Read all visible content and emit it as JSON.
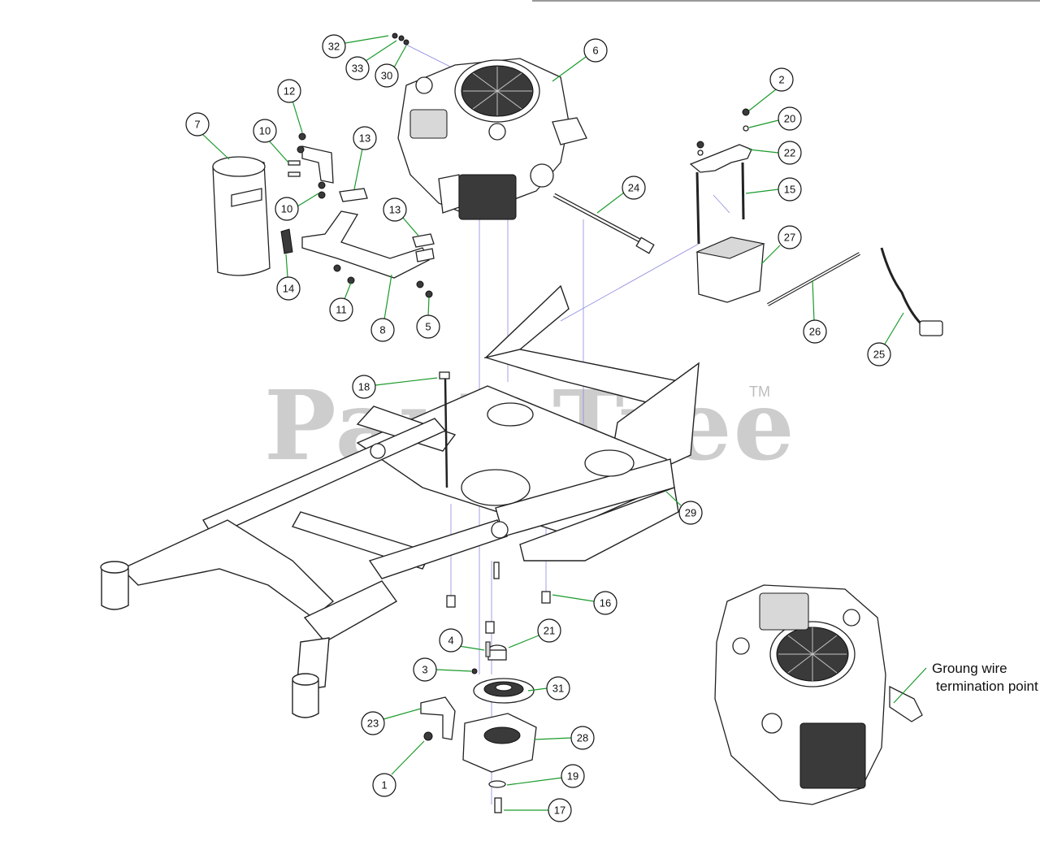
{
  "watermark": {
    "text": "PartsTree",
    "tm": "TM"
  },
  "callouts": [
    {
      "id": "c32",
      "label": "32"
    },
    {
      "id": "c33",
      "label": "33"
    },
    {
      "id": "c30",
      "label": "30"
    },
    {
      "id": "c6",
      "label": "6"
    },
    {
      "id": "c2",
      "label": "2"
    },
    {
      "id": "c20",
      "label": "20"
    },
    {
      "id": "c22",
      "label": "22"
    },
    {
      "id": "c15",
      "label": "15"
    },
    {
      "id": "c7",
      "label": "7"
    },
    {
      "id": "c12",
      "label": "12"
    },
    {
      "id": "c10a",
      "label": "10"
    },
    {
      "id": "c10b",
      "label": "10"
    },
    {
      "id": "c13a",
      "label": "13"
    },
    {
      "id": "c13b",
      "label": "13"
    },
    {
      "id": "c24",
      "label": "24"
    },
    {
      "id": "c27",
      "label": "27"
    },
    {
      "id": "c14",
      "label": "14"
    },
    {
      "id": "c11",
      "label": "11"
    },
    {
      "id": "c8",
      "label": "8"
    },
    {
      "id": "c5",
      "label": "5"
    },
    {
      "id": "c26",
      "label": "26"
    },
    {
      "id": "c25",
      "label": "25"
    },
    {
      "id": "c18",
      "label": "18"
    },
    {
      "id": "c29",
      "label": "29"
    },
    {
      "id": "c16",
      "label": "16"
    },
    {
      "id": "c21",
      "label": "21"
    },
    {
      "id": "c4",
      "label": "4"
    },
    {
      "id": "c3",
      "label": "3"
    },
    {
      "id": "c31",
      "label": "31"
    },
    {
      "id": "c23",
      "label": "23"
    },
    {
      "id": "c28",
      "label": "28"
    },
    {
      "id": "c19",
      "label": "19"
    },
    {
      "id": "c1",
      "label": "1"
    },
    {
      "id": "c17",
      "label": "17"
    }
  ],
  "note": {
    "line1": "Groung wire",
    "line2": "termination point"
  },
  "colors": {
    "leader": "#1a9a2a",
    "guide": "#8a8ae0",
    "watermark": "#bdbdbd"
  }
}
